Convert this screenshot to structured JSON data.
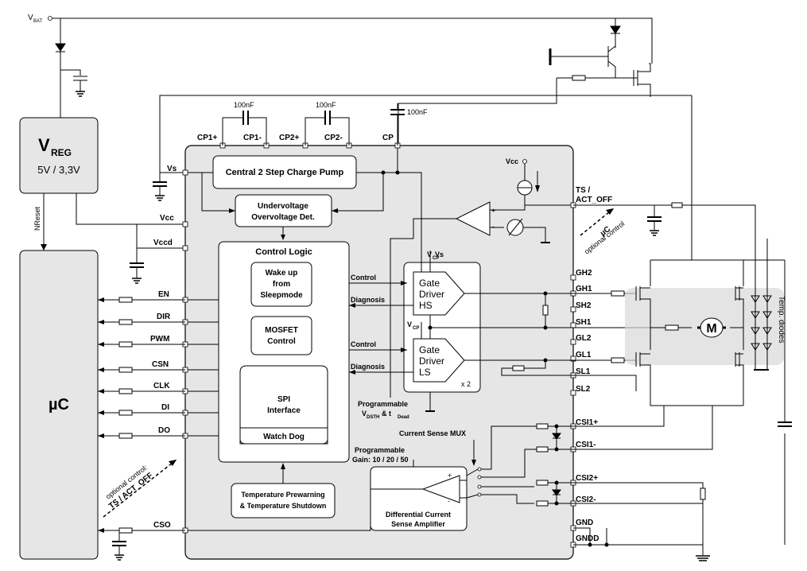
{
  "labels": {
    "vbat": "V",
    "vbat_sub": "BAT",
    "vreg_v": "V",
    "vreg_sub": "REG",
    "vreg_volts": "5V / 3,3V",
    "nreset": "NReset",
    "uc": "µC",
    "cap_cp1": "100nF",
    "cap_cp2": "100nF",
    "cap_cp": "100nF",
    "pin_cp1p": "CP1+",
    "pin_cp1m": "CP1-",
    "pin_cp2p": "CP2+",
    "pin_cp2m": "CP2-",
    "pin_cp": "CP",
    "pin_vs": "Vs",
    "pin_vcc": "Vcc",
    "pin_vccd": "Vccd",
    "pin_en": "EN",
    "pin_dir": "DIR",
    "pin_pwm": "PWM",
    "pin_csn": "CSN",
    "pin_clk": "CLK",
    "pin_di": "DI",
    "pin_do": "DO",
    "pin_cso": "CSO",
    "charge_pump": "Central 2 Step Charge Pump",
    "uv_ov_1": "Undervoltage",
    "uv_ov_2": "Overvoltage Det.",
    "control_logic": "Control Logic",
    "wakeup_1": "Wake up",
    "wakeup_2": "from",
    "wakeup_3": "Sleepmode",
    "mosfet_1": "MOSFET",
    "mosfet_2": "Control",
    "spi_1": "SPI",
    "spi_2": "Interface",
    "watchdog": "Watch Dog",
    "temp_1": "Temperature Prewarning",
    "temp_2": "& Temperature Shutdown",
    "vcc_src": "Vcc",
    "control_hs": "Control",
    "diag_hs": "Diagnosis",
    "control_ls": "Control",
    "diag_ls": "Diagnosis",
    "vcp_hs": "V",
    "vcp_sub": "CP",
    "vs_gd": "Vs",
    "vcp_ls": "V",
    "gd_hs_1": "Gate",
    "gd_hs_2": "Driver",
    "gd_hs_3": "HS",
    "gd_ls_1": "Gate",
    "gd_ls_2": "Driver",
    "gd_ls_3": "LS",
    "x2": "x 2",
    "prog1": "Programmable",
    "prog2": "V",
    "prog2_sub": "DSTH",
    "prog2_b": " & t",
    "prog2_sub2": "Dead",
    "csmux": "Current Sense MUX",
    "gain_1": "Programmable",
    "gain_2": "Gain: 10 / 20 / 50",
    "amp_1": "Differential Current",
    "amp_2": "Sense Amplifier",
    "ts_pin_1": "TS /",
    "ts_pin_2": "ACT_OFF",
    "opt_uc": "µC",
    "opt_ctrl": "optional control",
    "opt_left_1": "optional control:",
    "opt_left_2": "TS / ACT_OFF",
    "pin_gh2": "GH2",
    "pin_gh1": "GH1",
    "pin_sh2": "SH2",
    "pin_sh1": "SH1",
    "pin_gl2": "GL2",
    "pin_gl1": "GL1",
    "pin_sl1": "SL1",
    "pin_sl2": "SL2",
    "pin_csi1p": "CSI1+",
    "pin_csi1m": "CSI1-",
    "pin_csi2p": "CSI2+",
    "pin_csi2m": "CSI2-",
    "pin_gnd": "GND",
    "pin_gndd": "GNDD",
    "motor": "M",
    "temp_diodes": "Temp. diodes",
    "plus": "+",
    "minus": "-"
  }
}
